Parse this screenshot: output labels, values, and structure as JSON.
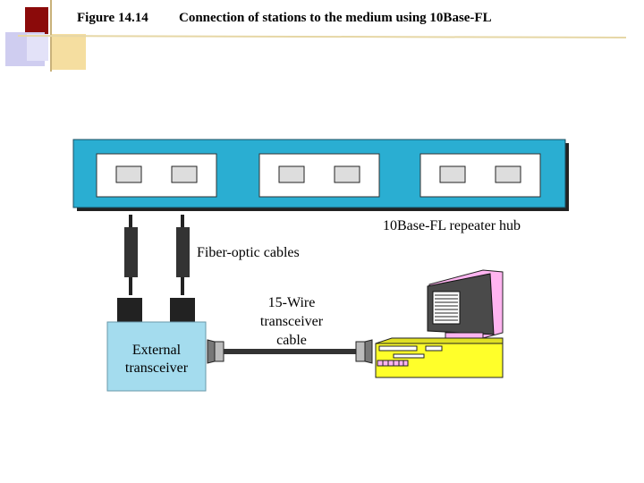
{
  "title": {
    "figure_label": "Figure 14.14",
    "caption": "Connection of stations to the medium using 10Base-FL"
  },
  "diagram": {
    "hub_label": "10Base-FL repeater hub",
    "fiber_label": "Fiber-optic cables",
    "cable_label_lines": [
      "15-Wire",
      "transceiver",
      "cable"
    ],
    "transceiver_label_lines": [
      "External",
      "transceiver"
    ]
  },
  "colors": {
    "hub": "#2aaed2",
    "transceiver": "#a4dcee",
    "computer_case": "#ffff2a",
    "monitor_trim": "#ffb4f0",
    "title_square_dark": "#8b0a0a",
    "title_square_light": "#f2d592"
  }
}
